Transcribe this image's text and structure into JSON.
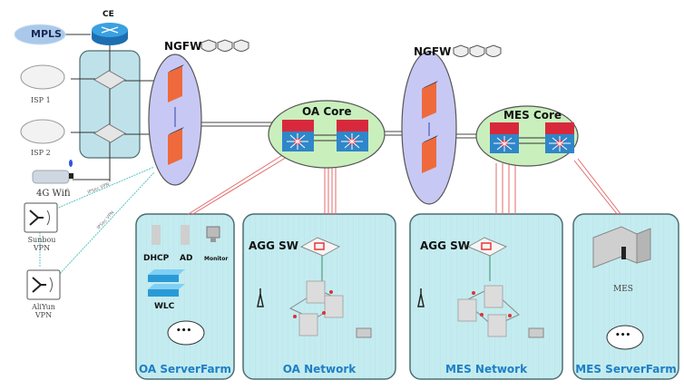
{
  "diagram": {
    "colors": {
      "zone_fill": "#bfe9ee",
      "zone_stroke": "#4d6e72",
      "ngfw_fill": "#c8c8f4",
      "core_fill": "#c9efbd",
      "redline": "#e36b6b",
      "cyanline": "#55c6c2",
      "zone_title": "#1f7fc4",
      "firewall": "#ee6a3d",
      "switch_top": "#d8293c",
      "switch_bottom": "#2f86c9"
    },
    "wan": {
      "mpls": "MPLS",
      "ce": "CE",
      "isp1": "ISP 1",
      "isp2": "ISP 2",
      "wifi4g": "4G Wifi",
      "sangfor_vpn": "Sunbou VPN",
      "aliyun_vpn": "AliYun VPN",
      "vpn_link1": "IPSec VPN",
      "vpn_link2": "IPSec VPN"
    },
    "ngfw1": {
      "label": "NGFW"
    },
    "ngfw2": {
      "label": "NGFW"
    },
    "oa_core": {
      "label": "OA Core"
    },
    "mes_core": {
      "label": "MES Core"
    },
    "zones": {
      "oa_serverfarm": {
        "title": "OA ServerFarm",
        "items": [
          "DHCP",
          "AD",
          "Monitor",
          "WLC"
        ],
        "more": "•••"
      },
      "oa_network": {
        "title": "OA Network",
        "agg": "AGG SW"
      },
      "mes_network": {
        "title": "MES Network",
        "agg": "AGG SW"
      },
      "mes_serverfarm": {
        "title": "MES ServerFarm",
        "items": [
          "MES"
        ],
        "more": "•••"
      }
    }
  }
}
